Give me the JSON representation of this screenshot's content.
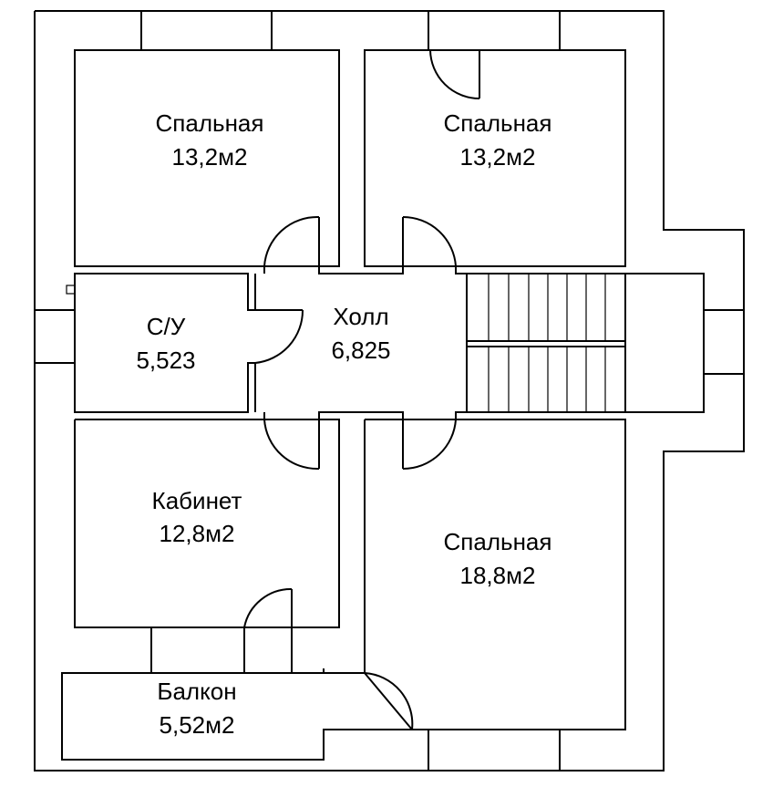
{
  "rooms": {
    "bedroom_top_left": {
      "name": "Спальная",
      "area": "13,2м2"
    },
    "bedroom_top_right": {
      "name": "Спальная",
      "area": "13,2м2"
    },
    "bathroom": {
      "name": "С/У",
      "area": "5,523"
    },
    "hall": {
      "name": "Холл",
      "area": "6,825"
    },
    "study": {
      "name": "Кабинет",
      "area": "12,8м2"
    },
    "bedroom_bottom_right": {
      "name": "Спальная",
      "area": "18,8м2"
    },
    "balcony": {
      "name": "Балкон",
      "area": "5,52м2"
    }
  }
}
